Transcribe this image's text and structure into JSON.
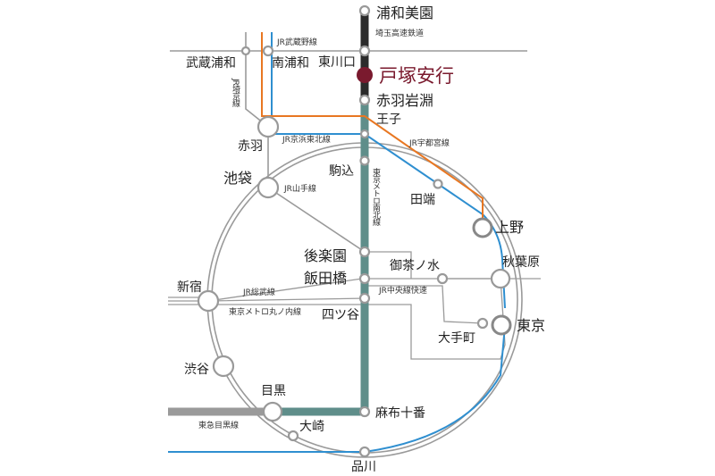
{
  "stations": {
    "urawa_misono": "浦和美園",
    "totsuka_angyo": "戸塚安行",
    "higashi_kawaguchi": "東川口",
    "minami_urawa": "南浦和",
    "musashi_urawa": "武蔵浦和",
    "akabane_iwabuchi": "赤羽岩淵",
    "oji": "王子",
    "akabane": "赤羽",
    "ikebukuro": "池袋",
    "komagome": "駒込",
    "tabata": "田端",
    "ueno": "上野",
    "korakuen": "後楽園",
    "iidabashi": "飯田橋",
    "ochanomizu": "御茶ノ水",
    "akihabara": "秋葉原",
    "shinjuku": "新宿",
    "yotsuya": "四ツ谷",
    "tokyo": "東京",
    "otemachi": "大手町",
    "shibuya": "渋谷",
    "meguro": "目黒",
    "azabu_juban": "麻布十番",
    "osaki": "大崎",
    "shinagawa": "品川"
  },
  "lines": {
    "saitama_railway": "埼玉高速鉄道",
    "musashino": "JR武蔵野線",
    "saikyo": "JR埼京線",
    "keihin_tohoku": "JR京浜東北線",
    "utsunomiya": "JR宇都宮線",
    "yamanote": "JR山手線",
    "namboku": "東京メトロ南北線",
    "sobu": "JR総武線",
    "marunouchi": "東京メトロ丸ノ内線",
    "chuo_rapid": "JR中央線快速",
    "meguro_line": "東急目黒線"
  },
  "colors": {
    "highlight": "#7a1a2e",
    "namboku": "#5f8e8a",
    "keihin_tohoku": "#2f8fd0",
    "utsunomiya": "#e87722",
    "saitama_railway": "#2b2b2b",
    "meguro_line": "#9a9a9a",
    "gray_line": "#9a9a9a"
  }
}
